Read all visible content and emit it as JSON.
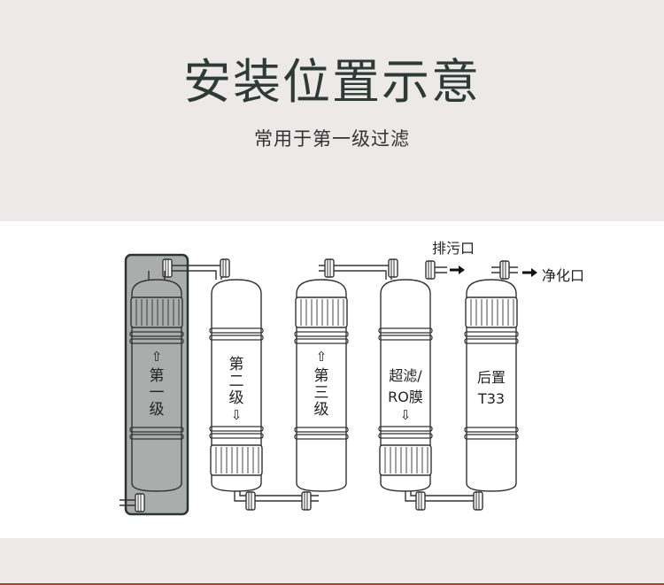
{
  "header": {
    "title": "安装位置示意",
    "subtitle": "常用于第一级过滤"
  },
  "diagram": {
    "filters": [
      {
        "line1": "第",
        "line2": "一",
        "line3": "级",
        "arrow": "⇧",
        "highlighted": true
      },
      {
        "line1": "第",
        "line2": "二",
        "line3": "级",
        "arrow": "⇩",
        "highlighted": false
      },
      {
        "line1": "第",
        "line2": "三",
        "line3": "级",
        "arrow": "⇧",
        "highlighted": false
      },
      {
        "line1": "超滤/",
        "line2": "RO膜",
        "line3": "",
        "arrow": "⇩",
        "highlighted": false
      },
      {
        "line1": "后置",
        "line2": "T33",
        "line3": "",
        "arrow": "",
        "highlighted": false
      }
    ],
    "outlets": {
      "drain": "排污口",
      "purified": "净化口"
    },
    "colors": {
      "highlight_fill": "#a9adab",
      "highlight_border": "#2c3431",
      "stroke": "#333333"
    }
  }
}
